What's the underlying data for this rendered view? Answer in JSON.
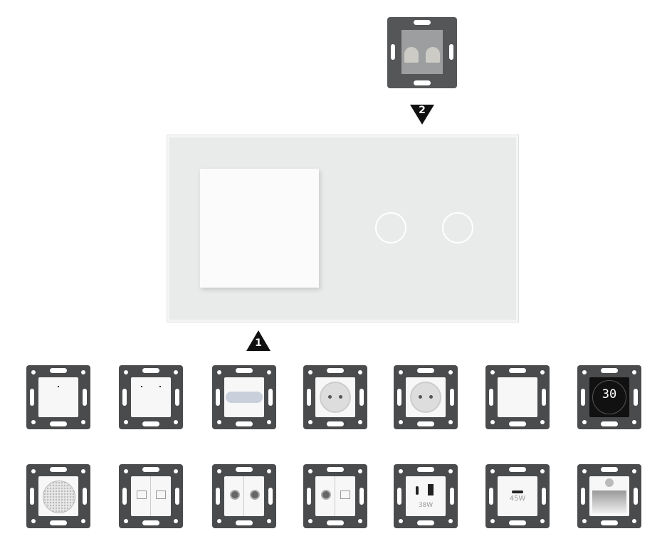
{
  "markers": {
    "step1": "1",
    "step2": "2"
  },
  "panel": {
    "color": "#e9ebeb",
    "touch_buttons": 2
  },
  "modules_row1": [
    {
      "type": "switch-1gang"
    },
    {
      "type": "switch-2gang"
    },
    {
      "type": "dimmer"
    },
    {
      "type": "schuko-socket"
    },
    {
      "type": "schuko-socket-shutter"
    },
    {
      "type": "blank"
    },
    {
      "type": "thermostat",
      "display": "30"
    }
  ],
  "modules_row2": [
    {
      "type": "speaker"
    },
    {
      "type": "data-2x"
    },
    {
      "type": "tv-sat"
    },
    {
      "type": "tv-data"
    },
    {
      "type": "usb-charger",
      "power": "38W"
    },
    {
      "type": "usb-c-charger",
      "power": "45W"
    },
    {
      "type": "step-light"
    }
  ]
}
